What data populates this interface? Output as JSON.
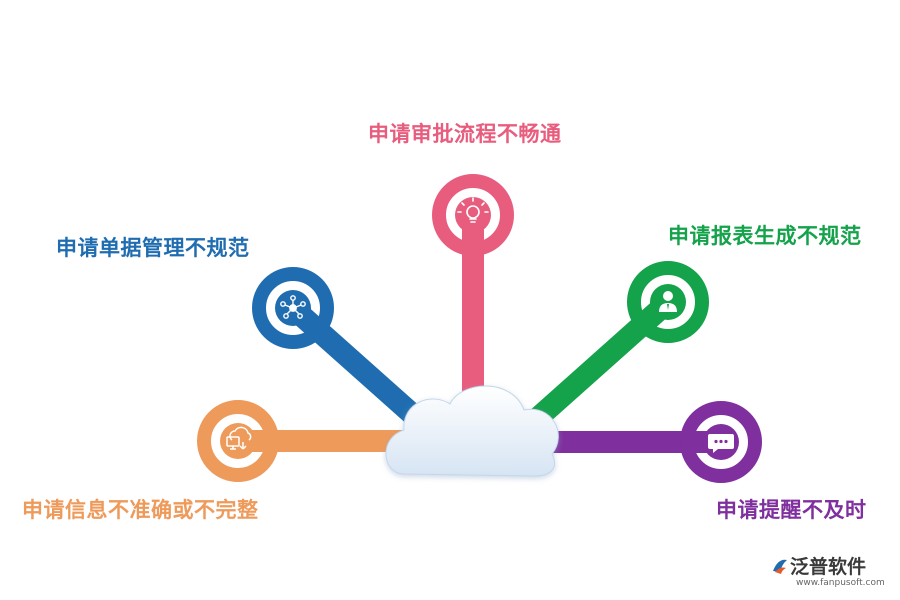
{
  "nodes": [
    {
      "id": "approval",
      "label": "申请审批流程不畅通",
      "color": "#e85d7e",
      "icon": "lightbulb-icon"
    },
    {
      "id": "docs",
      "label": "申请单据管理不规范",
      "color": "#1f6db0",
      "icon": "network-icon"
    },
    {
      "id": "report",
      "label": "申请报表生成不规范",
      "color": "#14a24a",
      "icon": "person-icon"
    },
    {
      "id": "info",
      "label": "申请信息不准确或不完整",
      "color": "#ee9a5b",
      "icon": "cloud-computer-icon"
    },
    {
      "id": "remind",
      "label": "申请提醒不及时",
      "color": "#7f2f9e",
      "icon": "chat-bubble-icon"
    }
  ],
  "logo": {
    "name": "泛普软件",
    "url": "www.fanpusoft.com"
  }
}
